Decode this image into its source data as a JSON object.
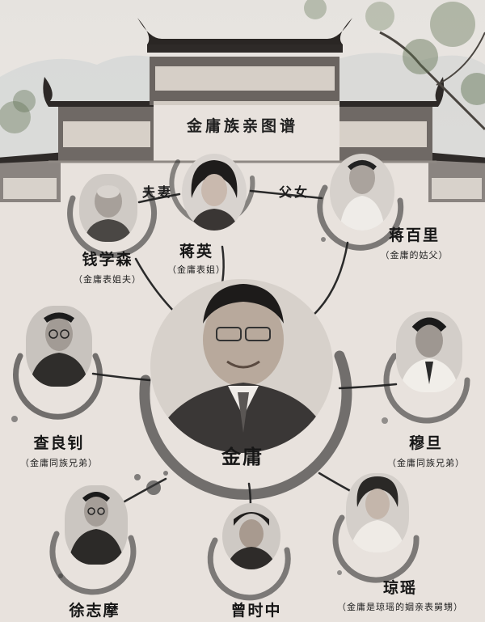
{
  "title": "金庸族亲图谱",
  "center": {
    "name": "金庸"
  },
  "links": {
    "spouse": "夫妻",
    "father_daughter": "父女"
  },
  "people": {
    "qian_xuesen": {
      "name": "钱学森",
      "relation": "（金庸表姐夫）"
    },
    "jiang_ying": {
      "name": "蒋英",
      "relation": "（金庸表姐）"
    },
    "jiang_baili": {
      "name": "蒋百里",
      "relation": "（金庸的姑父）"
    },
    "zha_liangzhao": {
      "name": "查良钊",
      "relation": "（金庸同族兄弟）"
    },
    "mu_dan": {
      "name": "穆旦",
      "relation": "（金庸同族兄弟）"
    },
    "xu_zhimo": {
      "name": "徐志摩"
    },
    "zeng_shizhong": {
      "name": "曾时中"
    },
    "qiong_yao": {
      "name": "琼瑶",
      "relation": "（金庸是琼瑶的姻亲表舅甥）"
    }
  },
  "colors": {
    "ink": "#1a1a1a",
    "paper": "#ebe6e2",
    "roof": "#3a3633",
    "wall": "#d9d1c8"
  }
}
